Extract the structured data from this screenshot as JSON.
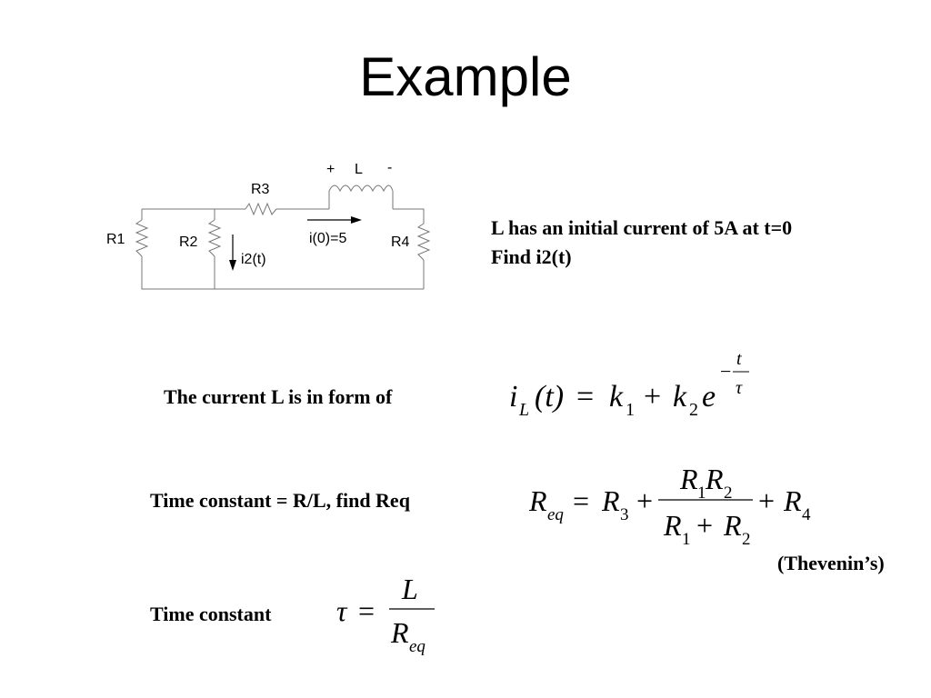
{
  "slide": {
    "title": "Example",
    "problem_line1": "L has an initial current of 5A at t=0",
    "problem_line2": "Find i2(t)",
    "current_form_text": "The current L is in form of",
    "time_constant_req_text": "Time constant = R/L, find Req",
    "thevenin_note": "(Thevenin’s)",
    "time_constant_label": "Time constant"
  },
  "circuit": {
    "plus": "+",
    "inductor": "L",
    "minus": "-",
    "r1": "R1",
    "r2": "R2",
    "r3": "R3",
    "r4": "R4",
    "i2_label": "i2(t)",
    "i0_label": "i(0)=5"
  },
  "eq1": {
    "i": "i",
    "i_sub": "L",
    "arg": "(t)",
    "equals": "=",
    "k1": "k",
    "k1_sub": "1",
    "plus": "+",
    "k2": "k",
    "k2_sub": "2",
    "e": "e",
    "exp_minus": "−",
    "exp_num": "t",
    "exp_den": "τ"
  },
  "eq2": {
    "R": "R",
    "R_sub": "eq",
    "equals": "=",
    "R3": "R",
    "R3_sub": "3",
    "plus": "+",
    "num_R1": "R",
    "num_R1_sub": "1",
    "num_R2": "R",
    "num_R2_sub": "2",
    "den_R1": "R",
    "den_R1_sub": "1",
    "den_plus": "+",
    "den_R2": "R",
    "den_R2_sub": "2",
    "plus2": "+",
    "R4": "R",
    "R4_sub": "4"
  },
  "eq3": {
    "tau": "τ",
    "equals": "=",
    "num": "L",
    "den": "R",
    "den_sub": "eq"
  }
}
